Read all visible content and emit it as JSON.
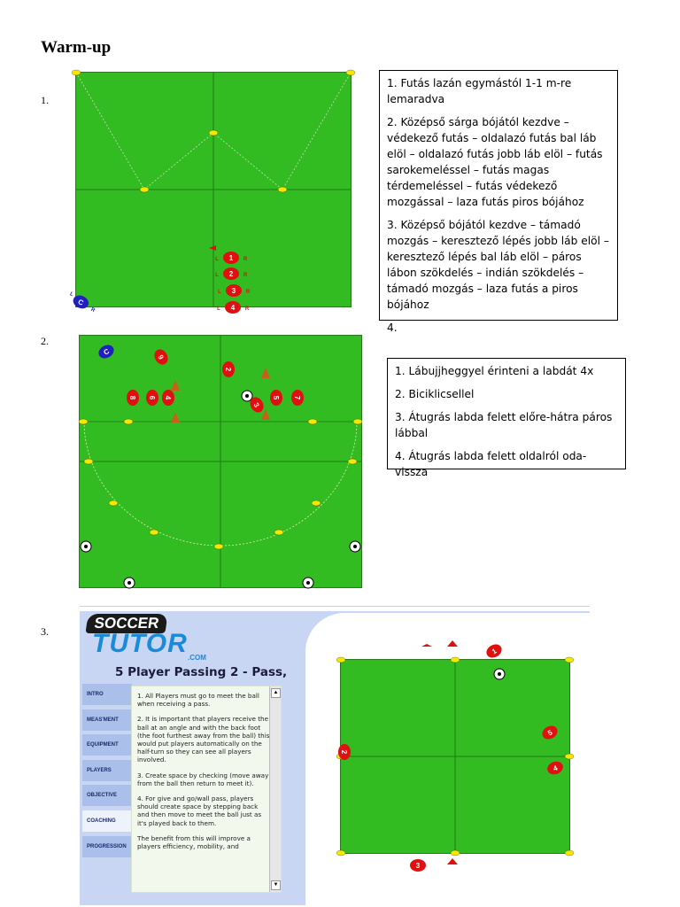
{
  "heading": "Warm-up",
  "sections": [
    {
      "number": "1."
    },
    {
      "number": "2."
    },
    {
      "number": "3."
    }
  ],
  "box1": {
    "items": [
      "1. Futás lazán egymástól 1-1 m-re lemaradva",
      "2. Középső sárga bójától kezdve – védekező futás – oldalazó futás bal láb elöl – oldalazó futás jobb láb elöl – futás sarokemeléssel – futás magas térdemeléssel – futás védekező mozgással – laza futás piros bójához",
      "3. Középső bójától kezdve – támadó mozgás – keresztező lépés jobb láb elöl – keresztező lépés bal láb elöl – páros lábon szökdelés – indián szökdelés – támadó mozgás – laza futás a piros bójához",
      "4."
    ]
  },
  "box2": {
    "items": [
      "1. Lábujjheggyel érinteni a labdát 4x",
      "2. Biciklicsellel",
      "3. Átugrás labda felett előre-hátra páros lábbal",
      "4. Átugrás labda felett oldalról oda-vissza"
    ]
  },
  "tutor": {
    "logo_top": "SOCCER",
    "logo_main": "TUTOR",
    "logo_sub": ".COM",
    "drill_title": "5 Player Passing 2 - Pass,",
    "menu": [
      "INTRO",
      "MEAS'MENT",
      "EQUIPMENT",
      "PLAYERS",
      "OBJECTIVE",
      "COACHING",
      "PROGRESSION"
    ],
    "active_menu": "COACHING",
    "paragraphs": [
      "1. All Players must go to meet the ball when receiving a pass.",
      "2. It is important that players receive the ball at an angle and with the back foot (the foot furthest away from the ball) this would put players automatically on the half-turn so they can see all players involved.",
      "3. Create space by checking (move away from the ball then return to meet it).",
      "4. For give and go/wall pass, players should create space by stepping back and then move to meet the ball just as it's played back to them.",
      "The benefit from this will improve a players efficiency, mobility, and"
    ],
    "scroll_up": "▲",
    "scroll_down": "▼"
  },
  "diagram1": {
    "players": [
      "1",
      "2",
      "3",
      "4"
    ],
    "coach_player": "C",
    "foot_left": "L",
    "foot_right": "R"
  },
  "diagram2": {
    "players_left": [
      "8",
      "9",
      "6",
      "4"
    ],
    "players_right": [
      "2",
      "5",
      "3",
      "7"
    ],
    "coach_player": "C"
  },
  "diagram3": {
    "players": [
      "1",
      "2",
      "3",
      "4",
      "5"
    ]
  },
  "colors": {
    "pitch": "#33bb22",
    "player_red": "#e01010",
    "coach_blue": "#2020c0",
    "cone_yellow": "#f5e800"
  }
}
